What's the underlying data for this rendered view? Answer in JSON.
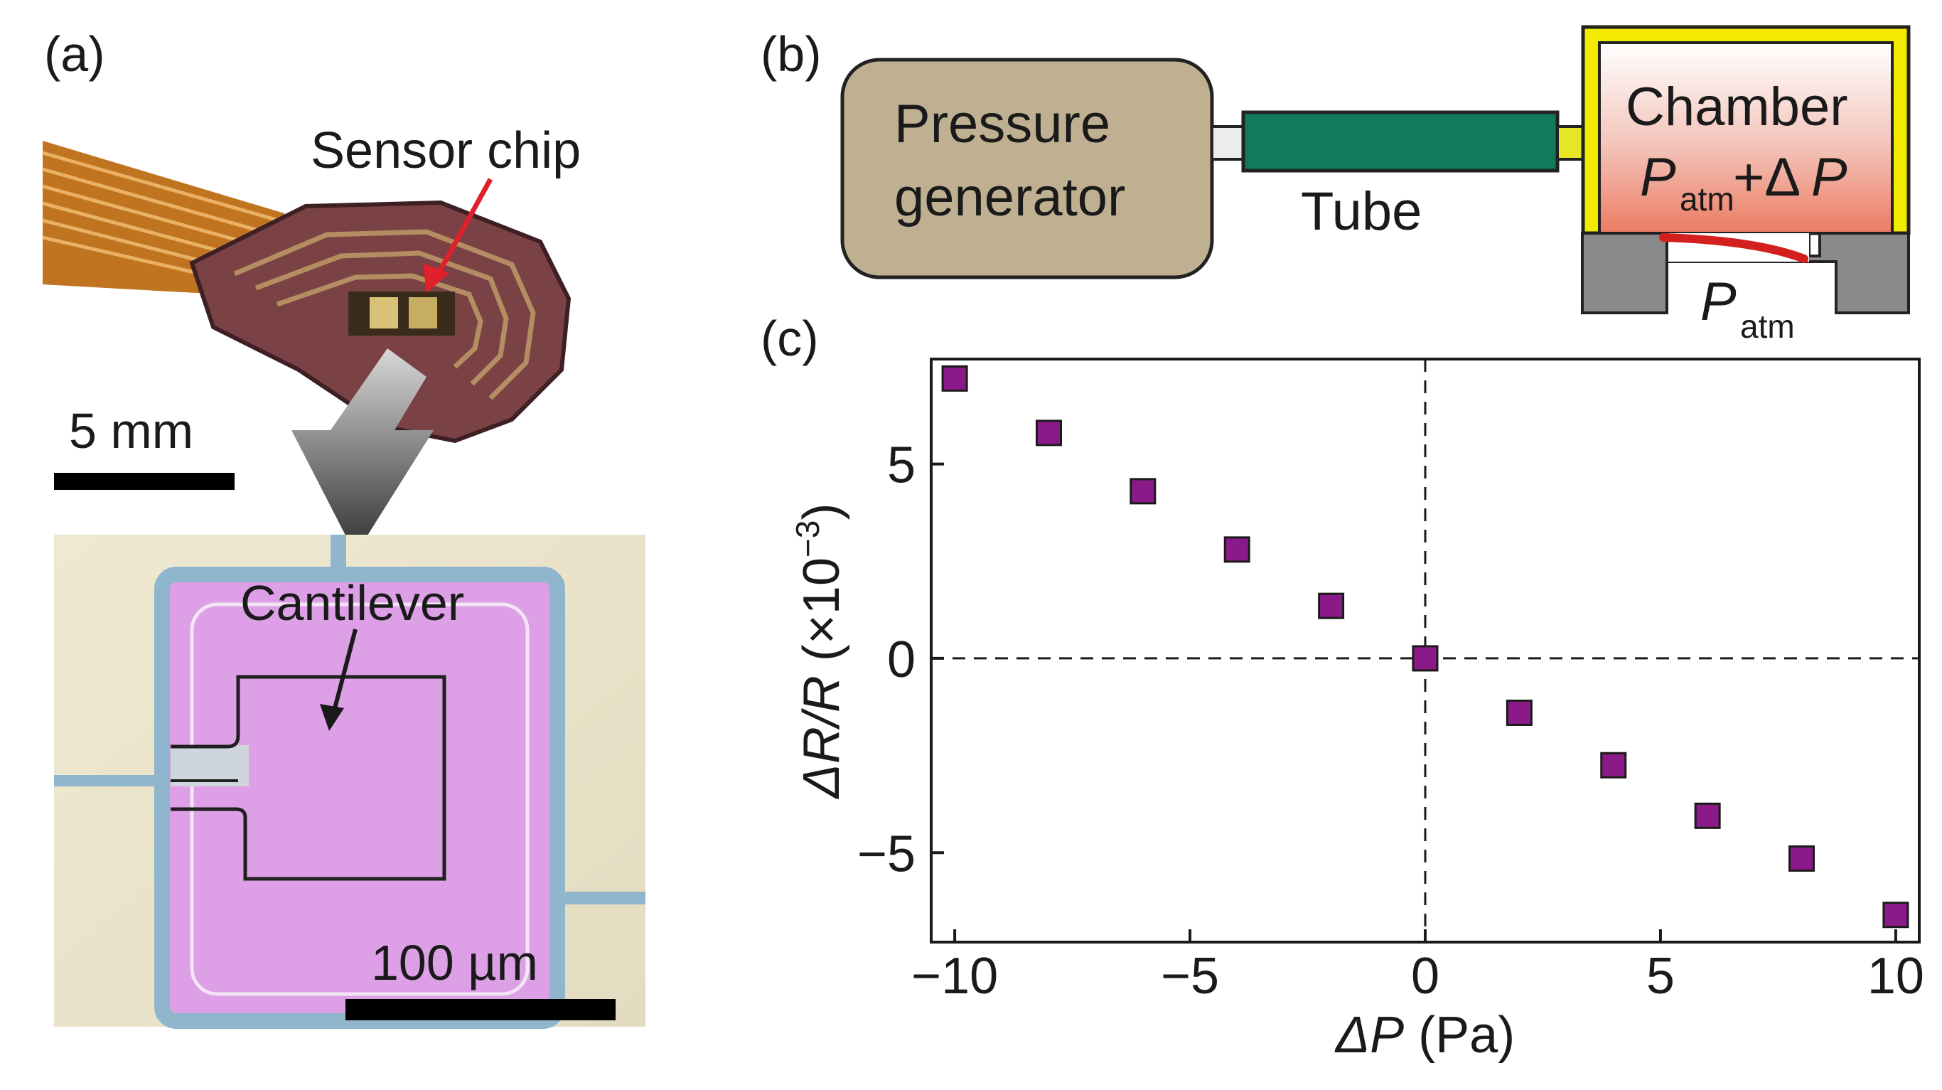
{
  "panels": {
    "a": {
      "label": "(a)",
      "sensor_label": "Sensor chip",
      "scale_top": "5 mm",
      "cantilever_label": "Cantilever",
      "scale_bottom": "100 µm"
    },
    "b": {
      "label": "(b)",
      "generator_line1": "Pressure",
      "generator_line2": "generator",
      "tube_label": "Tube",
      "chamber_label": "Chamber",
      "p_symbol": "P",
      "atm_sub": "atm",
      "plus_delta": "+Δ",
      "p_symbol_2": "P",
      "p_symbol_bottom": "P",
      "atm_sub_bottom": "atm"
    },
    "c": {
      "label": "(c)"
    }
  },
  "colors": {
    "marker_fill": "#8b1a89",
    "tube": "#117a5c",
    "generator": "#bfb092",
    "chamber_frame": "#f2ea00",
    "membrane": "#d41f1f",
    "arrow_red": "#e0202a",
    "polyimide": "#c8741e",
    "chip_purple": "#dda0e6",
    "channel_blue": "#8fb6cc"
  },
  "chart_data": {
    "type": "scatter",
    "xlabel_symbol": "ΔP",
    "xlabel_unit": "(Pa)",
    "ylabel_symbol": "ΔR/R",
    "ylabel_unit": "(×10",
    "ylabel_exp": "−3",
    "ylabel_close": ")",
    "xlim": [
      -10.5,
      10.5
    ],
    "ylim": [
      -7.3,
      7.7
    ],
    "xticks": [
      -10,
      -5,
      0,
      5,
      10
    ],
    "xtick_labels": [
      "−10",
      "−5",
      "0",
      "5",
      "10"
    ],
    "yticks": [
      -5,
      0,
      5
    ],
    "ytick_labels": [
      "−5",
      "0",
      "5"
    ],
    "zero_reference_lines": "dashed",
    "marker": "square",
    "x": [
      -10,
      -8,
      -6,
      -4,
      -2,
      0,
      2,
      4,
      6,
      8,
      10
    ],
    "y": [
      7.2,
      5.8,
      4.3,
      2.8,
      1.35,
      0,
      -1.4,
      -2.75,
      -4.05,
      -5.15,
      -6.6
    ]
  }
}
